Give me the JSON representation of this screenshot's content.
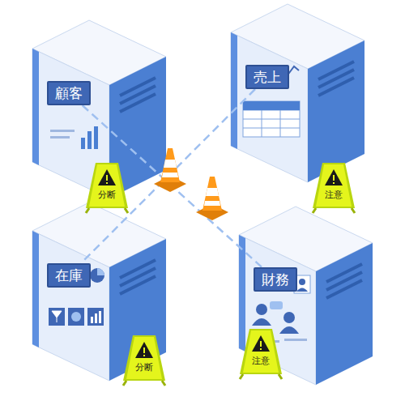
{
  "diagram": {
    "nodes": [
      {
        "text": [
          "顧客"
        ]
      },
      {
        "text": [
          "売上"
        ]
      },
      {
        "text": [
          "在庫"
        ]
      },
      {
        "text": [
          "財務"
        ]
      }
    ],
    "edges": [
      {
        "from": 0,
        "to": 3,
        "arrow": "none"
      },
      {
        "from": 1,
        "to": 2,
        "arrow": "none"
      }
    ],
    "labels": [
      "分断",
      "注意",
      "分断",
      "注意"
    ]
  }
}
